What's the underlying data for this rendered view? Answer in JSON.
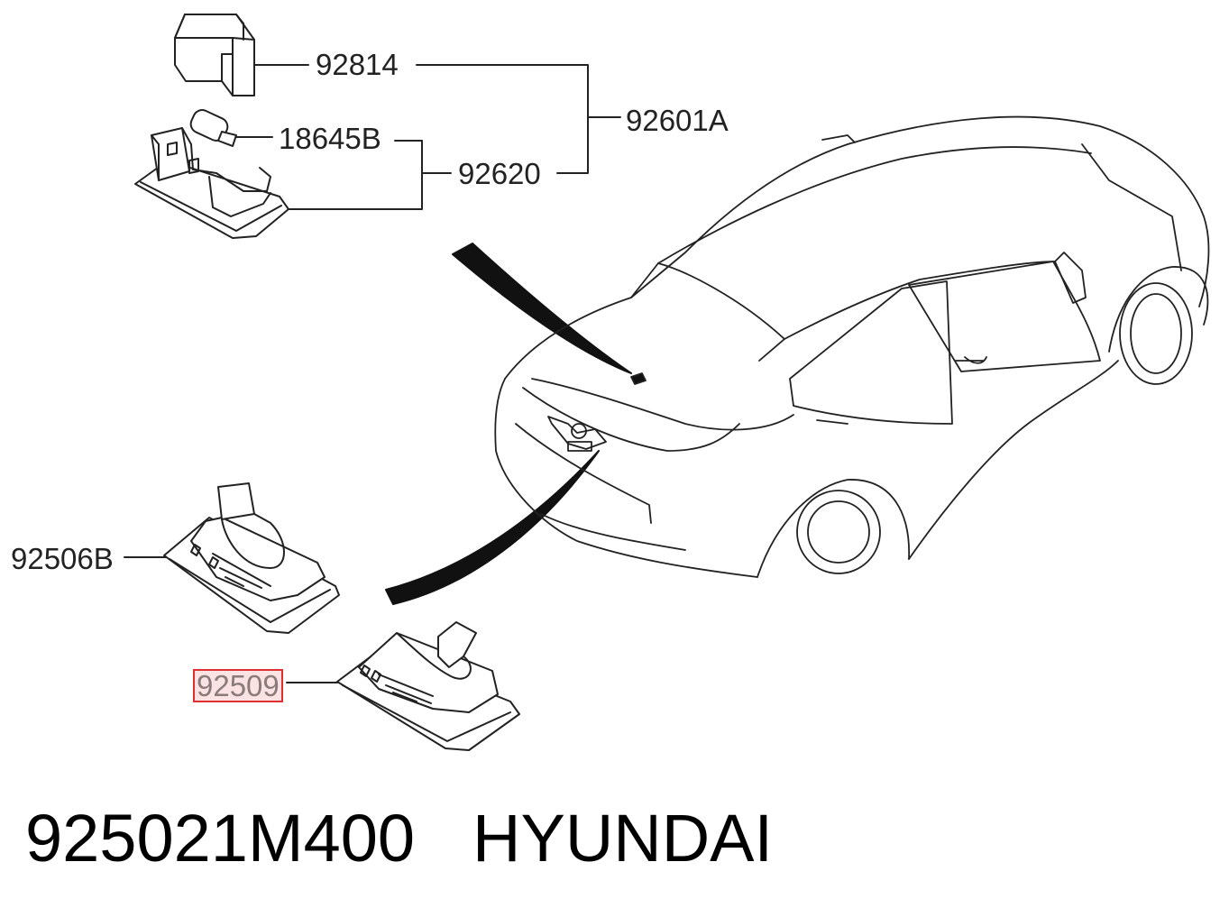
{
  "callouts": {
    "p92814": "92814",
    "p18645B": "18645B",
    "p92601A": "92601A",
    "p92620": "92620",
    "p92506B": "92506B",
    "p92509": "92509"
  },
  "caption": {
    "part_number": "925021M400",
    "brand": "HYUNDAI"
  },
  "colors": {
    "line": "#222222",
    "highlight_border": "#e03030",
    "highlight_fill": "#fbe3e3"
  }
}
